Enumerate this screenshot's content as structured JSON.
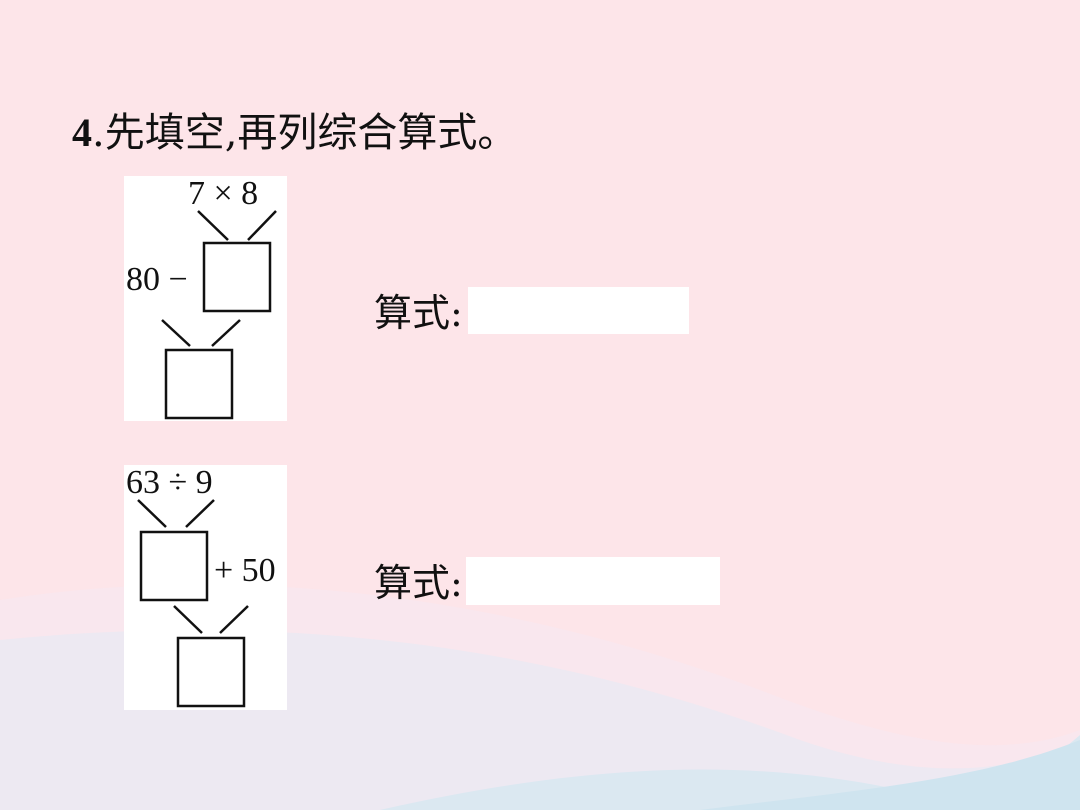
{
  "title": {
    "number": "4",
    "text": ".先填空,再列综合算式。"
  },
  "problem1": {
    "top_expr": "7 × 8",
    "left_expr": "80 −",
    "formula_label": "算式:"
  },
  "problem2": {
    "top_expr": "63 ÷ 9",
    "right_expr": "+ 50",
    "formula_label": "算式:"
  },
  "colors": {
    "background": "#fde6ea",
    "wave": "#dbe8f1"
  }
}
